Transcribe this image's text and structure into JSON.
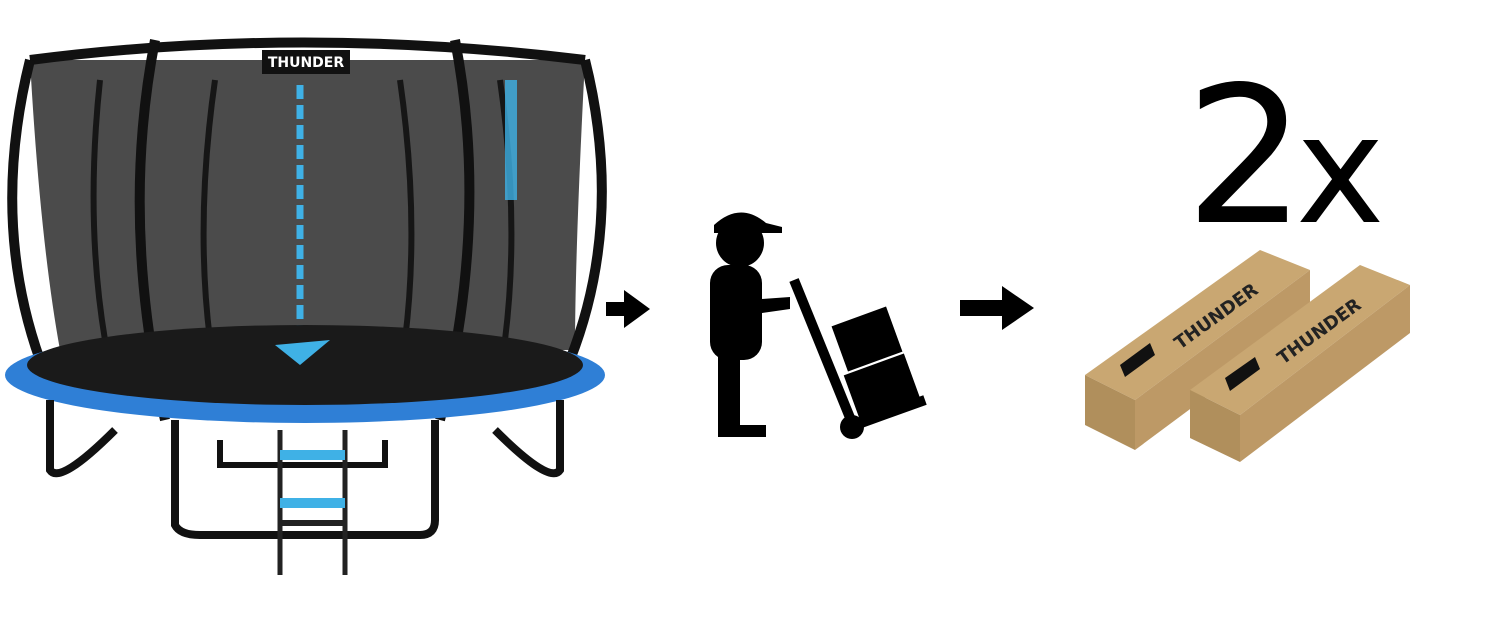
{
  "product": {
    "logo_text": "THUNDER",
    "color_rim": "#2f7fd6",
    "color_accent": "#3fb1e6",
    "color_net": "#1b1b1b"
  },
  "flow": {
    "step1_icon": "trampoline-image",
    "arrow_icon": "right-arrow-icon",
    "step2_icon": "courier-hand-truck-icon",
    "step3_icon": "cardboard-boxes-image"
  },
  "delivery": {
    "multiplier_number": "2",
    "multiplier_suffix": "x",
    "box_label": "THUNDER",
    "color_box": "#c9a772",
    "color_box_side": "#b08f5c"
  }
}
